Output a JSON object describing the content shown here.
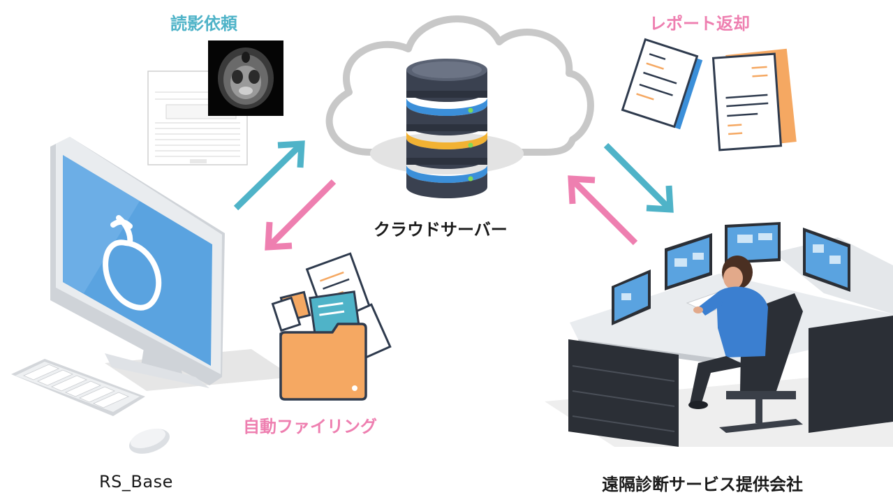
{
  "labels": {
    "reading_request": "読影依頼",
    "report_return": "レポート返却",
    "auto_filing": "自動ファイリング",
    "cloud_server": "クラウドサーバー",
    "rs_base": "RS_Base",
    "remote_company": "遠隔診断サービス提供会社"
  },
  "colors": {
    "teal": "#4fb3c8",
    "pink": "#ee7fb0",
    "cloud": "#c8c8c8",
    "monitor_blue": "#5aa3e0",
    "folder_orange": "#f5a862",
    "server_dark": "#3a4150",
    "server_blue": "#3b8fd9",
    "server_yellow": "#f2b233",
    "text": "#1a1a1a"
  },
  "icons": {
    "monitor": "desktop-monitor-icon",
    "cloud": "cloud-icon",
    "server": "database-server-icon",
    "folder": "folder-with-documents-icon",
    "reports": "report-documents-icon",
    "workstation": "operator-workstation-icon",
    "scan": "mri-scan-icon"
  }
}
